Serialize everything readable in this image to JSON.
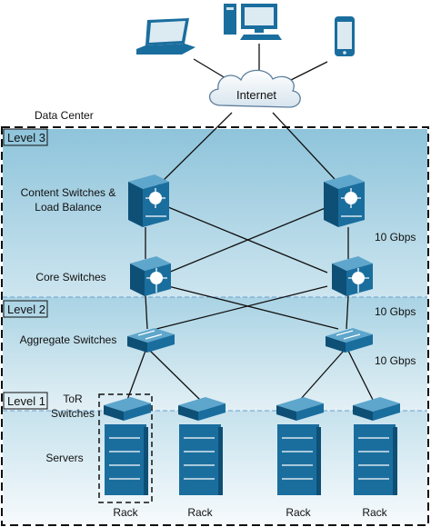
{
  "diagram": {
    "data_center_label": "Data Center",
    "internet_label": "Internet",
    "levels": [
      {
        "label": "Level 3"
      },
      {
        "label": "Level 2"
      },
      {
        "label": "Level 1"
      }
    ],
    "tiers": {
      "content_switches_line1": "Content Switches &",
      "content_switches_line2": "Load Balance",
      "core_switches": "Core Switches",
      "aggregate_switches": "Aggregate Switches",
      "tor_line1": "ToR",
      "tor_line2": "Switches",
      "servers": "Servers"
    },
    "link_speeds": [
      "10 Gbps",
      "10 Gbps",
      "10 Gbps"
    ],
    "rack_labels": [
      "Rack",
      "Rack",
      "Rack",
      "Rack"
    ],
    "colors": {
      "device": "#1a6e9e",
      "device_dark": "#0e4f76",
      "level3_bg": "#9fcde0",
      "level2_bg": "#cfe6ef",
      "level1_bg": "#e9f3f7"
    }
  }
}
